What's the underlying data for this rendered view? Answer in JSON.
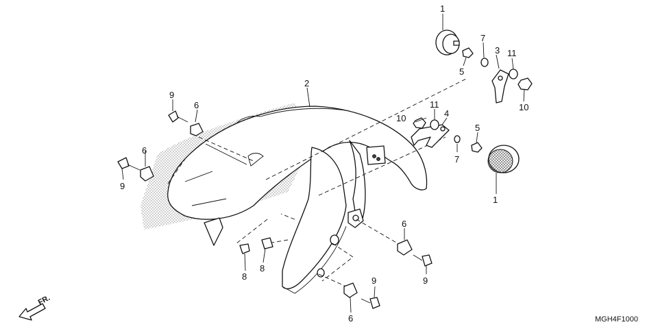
{
  "diagram": {
    "callouts": {
      "c1_top": "1",
      "c1_right": "1",
      "c2": "2",
      "c3": "3",
      "c4": "4",
      "c5_top": "5",
      "c5_right": "5",
      "c6_left_a": "6",
      "c6_left_b": "6",
      "c6_right": "6",
      "c6_bottom": "6",
      "c7_top": "7",
      "c7_right": "7",
      "c8_a": "8",
      "c8_b": "8",
      "c9_left_a": "9",
      "c9_left_b": "9",
      "c9_right": "9",
      "c9_bottom": "9",
      "c10_top": "10",
      "c10_mid": "10",
      "c11_top": "11",
      "c11_mid": "11"
    },
    "direction_label": "FR.",
    "diagram_code": "MGH4F1000"
  }
}
